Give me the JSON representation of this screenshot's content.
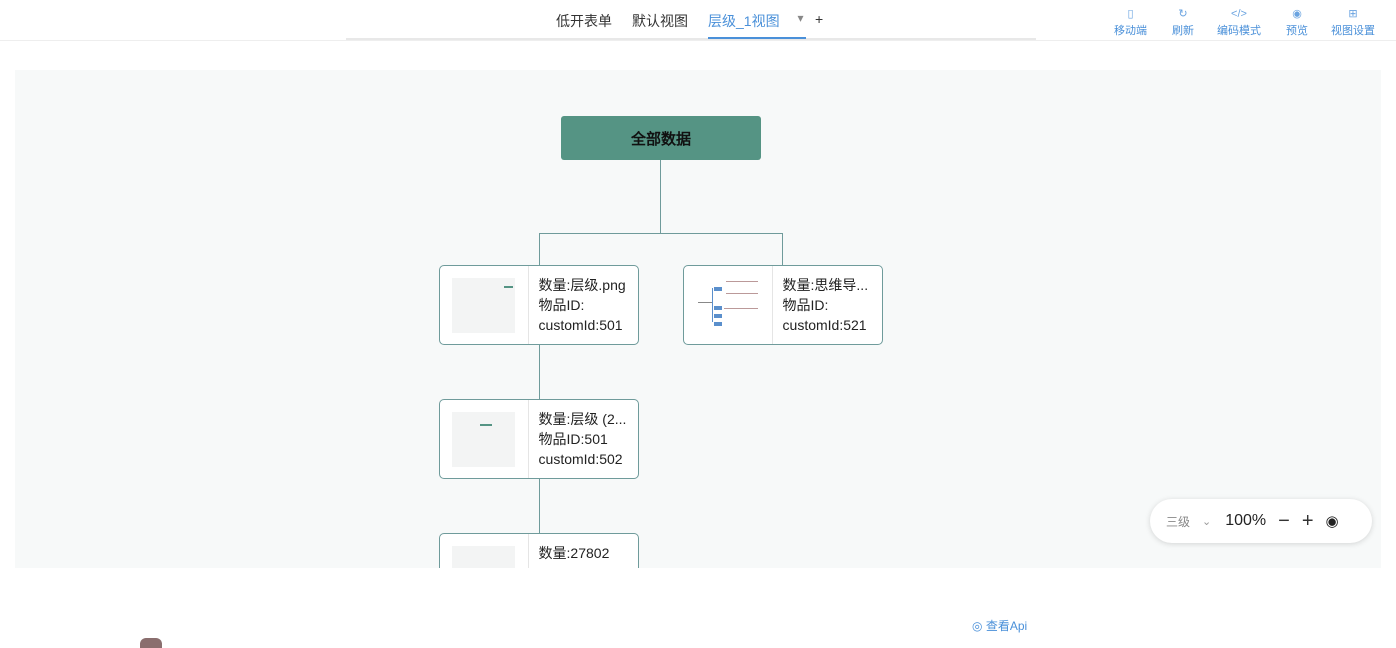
{
  "tabs": {
    "items": [
      "低开表单",
      "默认视图",
      "层级_1视图"
    ],
    "add": "+",
    "dropdown": "▾"
  },
  "toolbar": {
    "mobile": "移动端",
    "refresh": "刷新",
    "code": "编码模式",
    "preview": "预览",
    "settings": "视图设置"
  },
  "tree": {
    "root": "全部数据",
    "cards": [
      {
        "l1": "数量:层级.png",
        "l2": "物品ID:",
        "l3": "customId:501"
      },
      {
        "l1": "数量:思维导...",
        "l2": "物品ID:",
        "l3": "customId:521"
      },
      {
        "l1": "数量:层级 (2...",
        "l2": "物品ID:501",
        "l3": "customId:502"
      },
      {
        "l1": "数量:27802",
        "l2": "",
        "l3": ""
      }
    ]
  },
  "zoom": {
    "level": "三级",
    "percent": "100%",
    "minus": "−",
    "plus": "+"
  },
  "footer": {
    "api": "查看Api"
  },
  "colors": {
    "accent": "#4a90d9",
    "node": "#559484"
  }
}
